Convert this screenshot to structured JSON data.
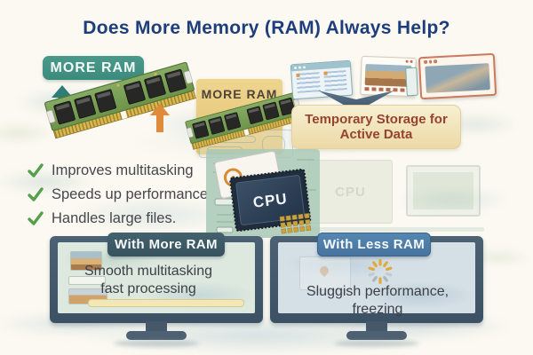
{
  "title": "Does More Memory (RAM) Always Help?",
  "labels": {
    "more_ram_badge": "MORE RAM",
    "more_ram_mid": "MORE RAM"
  },
  "storage_box": {
    "line1": "Temporary Storage for",
    "line2": "Active Data"
  },
  "benefits": [
    {
      "label": "Improves multitasking"
    },
    {
      "label": "Speeds up performance"
    },
    {
      "label": "Handles large files."
    }
  ],
  "cpu": {
    "label": "CPU"
  },
  "comparison": {
    "with_more_ram": {
      "badge": "With More RAM",
      "line1": "Smooth multitasking",
      "line2": "fast processing"
    },
    "with_less_ram": {
      "badge": "With Less RAM",
      "line1": "Sluggish performance,",
      "line2": "freezing"
    }
  },
  "colors": {
    "title_text": "#1d3e7a",
    "more_ram_badge_bg": "#3f9183",
    "mid_label_box_bg": "#e5c87d",
    "storage_box_bg": "#f4ebc8",
    "storage_text": "#96432f",
    "check_green": "#55a04b",
    "teal_arrow": "#2f7d74",
    "orange_arrow": "#e08a3c",
    "with_more_ram_badge_bg": "#3c5a66",
    "with_less_ram_badge_bg": "#4d7dab",
    "monitor_frame": "#44596a",
    "cpu_chip": "#2e4154",
    "spinner_gold": "#e2aa3a"
  }
}
